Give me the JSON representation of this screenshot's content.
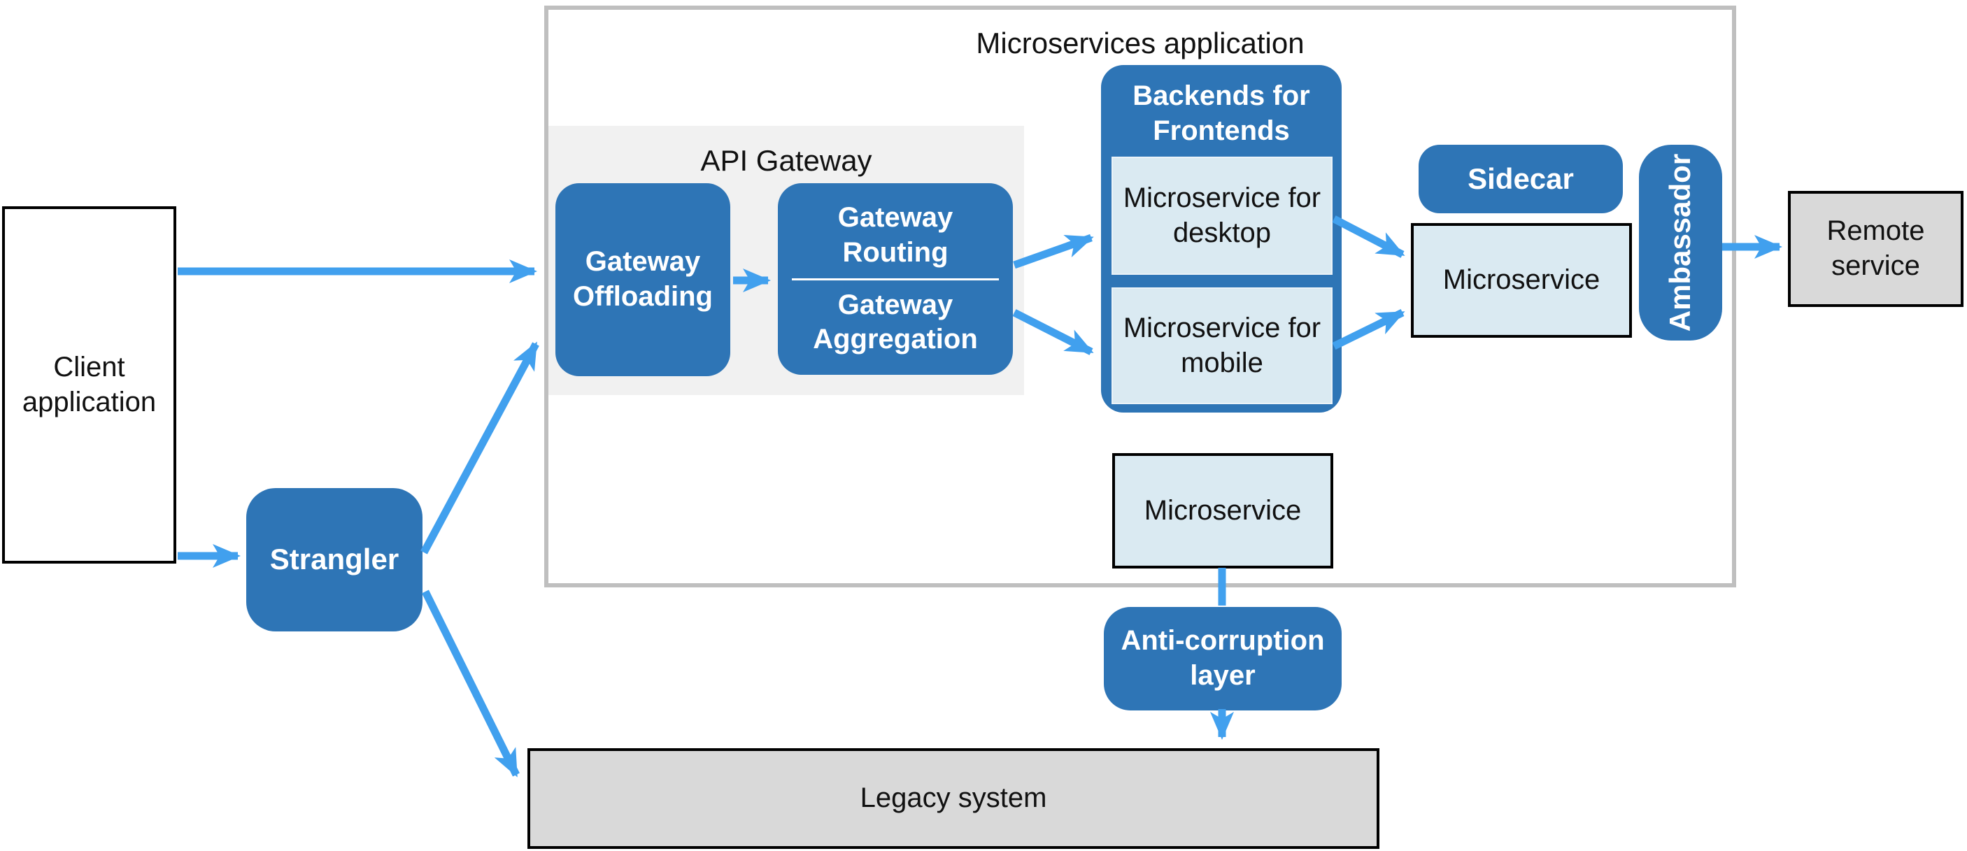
{
  "title": "Microservices application",
  "colors": {
    "accent_blue": "#2E75B6",
    "arrow_blue": "#41A0EE",
    "light_blue_fill": "#DAEAF2",
    "panel_gray": "#F1F1F1",
    "box_gray": "#D9D9D9",
    "container_border_gray": "#BFBFBF",
    "text_black": "#111111",
    "text_white": "#FFFFFF"
  },
  "nodes": {
    "client": {
      "label": "Client\napplication"
    },
    "strangler": {
      "label": "Strangler"
    },
    "api_gateway": {
      "label": "API Gateway"
    },
    "gateway_offloading": {
      "label": "Gateway\nOffloading"
    },
    "gateway_routing": {
      "label": "Gateway\nRouting"
    },
    "gateway_aggregation": {
      "label": "Gateway\nAggregation"
    },
    "bff": {
      "label": "Backends for\nFrontends"
    },
    "ms_desktop": {
      "label": "Microservice for\ndesktop"
    },
    "ms_mobile": {
      "label": "Microservice for\nmobile"
    },
    "sidecar": {
      "label": "Sidecar"
    },
    "microservice_main": {
      "label": "Microservice"
    },
    "ambassador": {
      "label": "Ambassador"
    },
    "remote_service": {
      "label": "Remote\nservice"
    },
    "microservice_lower": {
      "label": "Microservice"
    },
    "anti_corruption": {
      "label": "Anti-corruption\nlayer"
    },
    "legacy": {
      "label": "Legacy system"
    }
  },
  "edges": [
    {
      "from": "client",
      "to": "gateway_offloading",
      "arrow": true
    },
    {
      "from": "client",
      "to": "strangler",
      "arrow": true
    },
    {
      "from": "strangler",
      "to": "microservices_application",
      "arrow": true
    },
    {
      "from": "strangler",
      "to": "legacy",
      "arrow": true
    },
    {
      "from": "gateway_offloading",
      "to": "gateway_routing_aggregation",
      "arrow": true
    },
    {
      "from": "gateway_routing_aggregation",
      "to": "ms_desktop",
      "arrow": true
    },
    {
      "from": "gateway_routing_aggregation",
      "to": "ms_mobile",
      "arrow": true
    },
    {
      "from": "ms_desktop",
      "to": "microservice_main",
      "arrow": true
    },
    {
      "from": "ms_mobile",
      "to": "microservice_main",
      "arrow": true
    },
    {
      "from": "ambassador",
      "to": "remote_service",
      "arrow": true
    },
    {
      "from": "microservice_lower",
      "to": "anti_corruption",
      "arrow": false
    },
    {
      "from": "anti_corruption",
      "to": "legacy",
      "arrow": true
    }
  ]
}
